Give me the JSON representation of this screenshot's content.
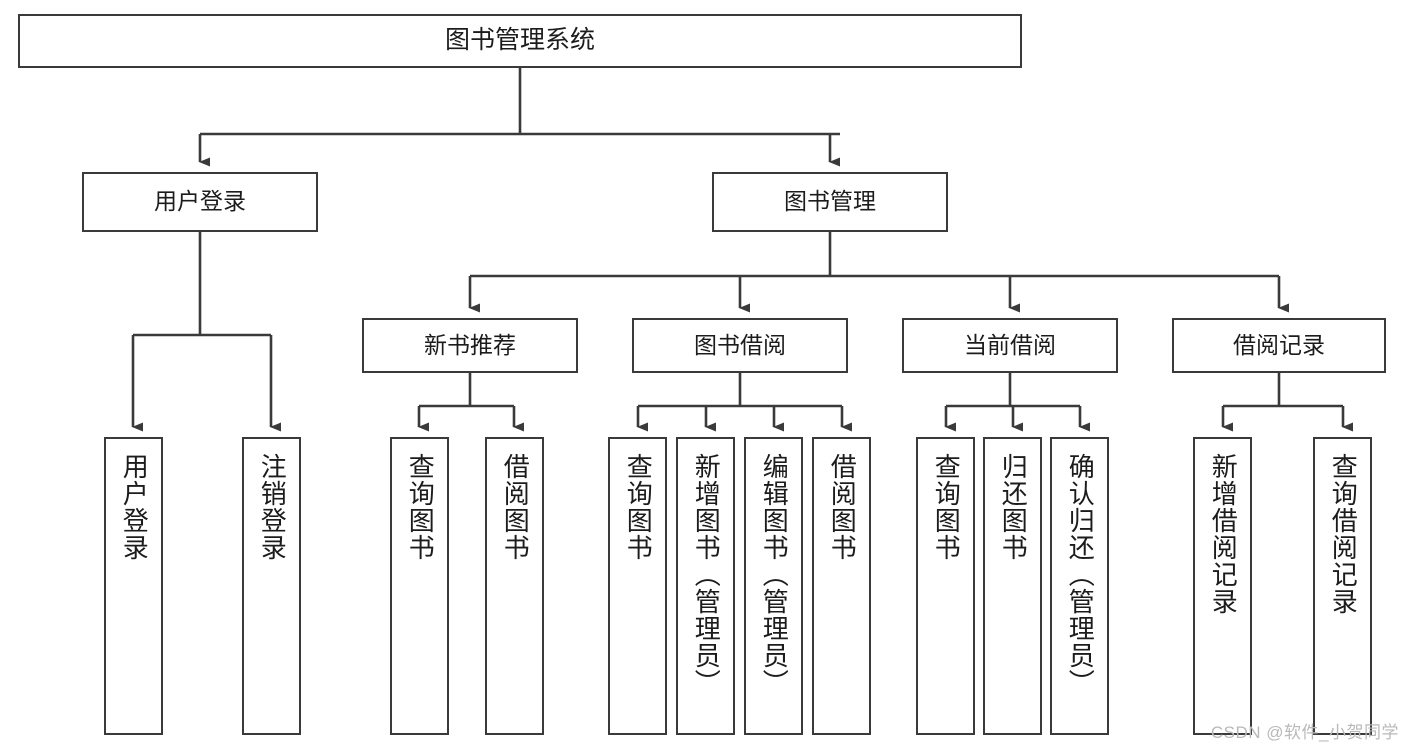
{
  "diagram": {
    "title": "图书管理系统",
    "type": "hierarchy-tree",
    "root": {
      "id": "root",
      "label": "图书管理系统"
    },
    "level2": [
      {
        "id": "user-login",
        "label": "用户登录"
      },
      {
        "id": "book-manage",
        "label": "图书管理"
      }
    ],
    "level3": [
      {
        "id": "new-book-recommend",
        "label": "新书推荐"
      },
      {
        "id": "book-borrow",
        "label": "图书借阅"
      },
      {
        "id": "current-borrow",
        "label": "当前借阅"
      },
      {
        "id": "borrow-record",
        "label": "借阅记录"
      }
    ],
    "leaves": {
      "user_login": [
        {
          "id": "leaf-user-login",
          "label": "用户登录"
        },
        {
          "id": "leaf-logout-login",
          "label": "注销登录"
        }
      ],
      "new_book_recommend": [
        {
          "id": "leaf-query-book-1",
          "label": "查询图书"
        },
        {
          "id": "leaf-borrow-book-1",
          "label": "借阅图书"
        }
      ],
      "book_borrow": [
        {
          "id": "leaf-query-book-2",
          "label": "查询图书"
        },
        {
          "id": "leaf-add-book",
          "label": "新增图书（管理员）"
        },
        {
          "id": "leaf-edit-book",
          "label": "编辑图书（管理员）"
        },
        {
          "id": "leaf-borrow-book-2",
          "label": "借阅图书"
        }
      ],
      "current_borrow": [
        {
          "id": "leaf-query-book-3",
          "label": "查询图书"
        },
        {
          "id": "leaf-return-book",
          "label": "归还图书"
        },
        {
          "id": "leaf-confirm-return",
          "label": "确认归还（管理员）"
        }
      ],
      "borrow_record": [
        {
          "id": "leaf-add-record",
          "label": "新增借阅记录"
        },
        {
          "id": "leaf-query-record",
          "label": "查询借阅记录"
        }
      ]
    }
  },
  "watermark": {
    "text": "CSDN @软件_小贺同学"
  },
  "colors": {
    "border": "#3a3a3a",
    "text": "#1c1c1c",
    "background": "#ffffff",
    "watermark": "#b9b9b9"
  }
}
